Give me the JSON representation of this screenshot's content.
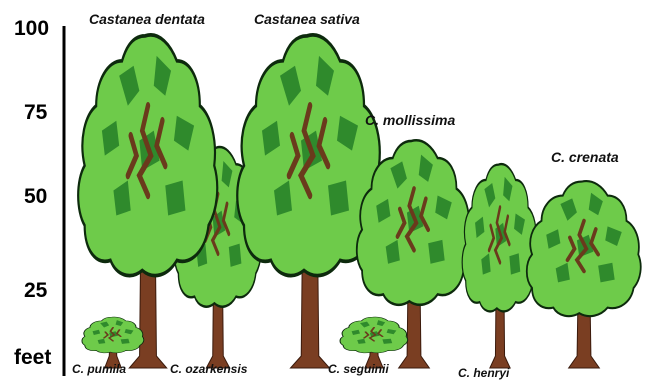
{
  "scale": {
    "ticks": [
      "100",
      "75",
      "50",
      "25"
    ],
    "unit": "feet"
  },
  "species": [
    {
      "label": "Castanea dentata",
      "height_ft": 98
    },
    {
      "label": "Castanea sativa",
      "height_ft": 98
    },
    {
      "label": "C. mollissima",
      "height_ft": 67
    },
    {
      "label": "C. crenata",
      "height_ft": 55
    },
    {
      "label": "C. pumila",
      "height_ft": 15
    },
    {
      "label": "C. ozarkensis",
      "height_ft": 65
    },
    {
      "label": "C. seguinii",
      "height_ft": 15
    },
    {
      "label": "C. henryi",
      "height_ft": 60
    }
  ],
  "colors": {
    "leaf_light": "#6ecb4a",
    "leaf_dark": "#2f8a2c",
    "trunk": "#7a3e22",
    "outline": "#0d2a0d"
  }
}
